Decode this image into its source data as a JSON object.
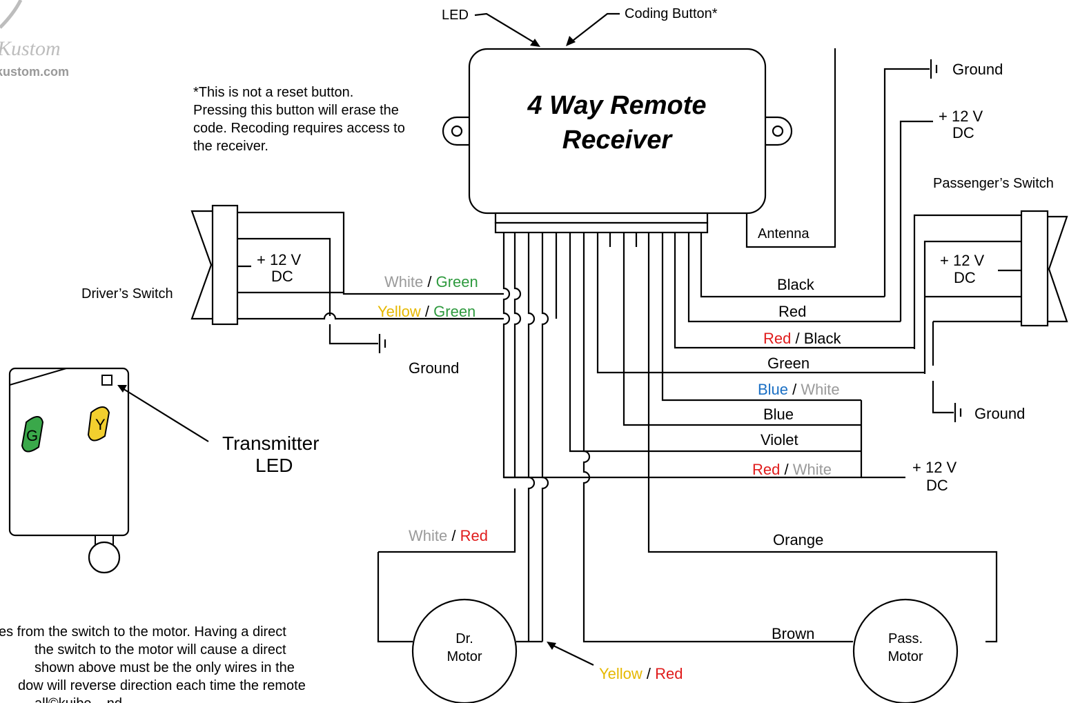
{
  "logo": {
    "name": "Kustom",
    "url": "kustom.com"
  },
  "receiver": {
    "title_line1": "4 Way Remote",
    "title_line2": "Receiver"
  },
  "top_labels": {
    "led": "LED",
    "coding_button": "Coding Button*"
  },
  "note": {
    "lines": [
      "*This is not a reset button.",
      "Pressing this button will erase the",
      "code. Recoding requires access to",
      "the receiver."
    ]
  },
  "labels": {
    "ground_top": "Ground",
    "v12_top_1": "+ 12 V",
    "v12_top_2": "DC",
    "passenger_switch": "Passenger’s Switch",
    "antenna": "Antenna",
    "driver_switch": "Driver’s Switch",
    "driver_v12_1": "+ 12 V",
    "driver_v12_2": "DC",
    "driver_ground": "Ground",
    "pass_v12_1": "+ 12 V",
    "pass_v12_2": "DC",
    "pass_ground": "Ground",
    "bottom_v12_1": "+ 12 V",
    "bottom_v12_2": "DC",
    "transmitter_1": "Transmitter",
    "transmitter_2": "LED",
    "dr_motor_1": "Dr.",
    "dr_motor_2": "Motor",
    "pass_motor_1": "Pass.",
    "pass_motor_2": "Motor",
    "btn_g": "G",
    "btn_y": "Y"
  },
  "wires": {
    "white_green": {
      "a": "White",
      "sep": " / ",
      "b": "Green"
    },
    "yellow_green": {
      "a": "Yellow",
      "sep": " / ",
      "b": "Green"
    },
    "black": "Black",
    "red": "Red",
    "red_black": {
      "a": "Red",
      "sep": " / ",
      "b": "Black"
    },
    "green": "Green",
    "blue_white": {
      "a": "Blue",
      "sep": " / ",
      "b": "White"
    },
    "blue": "Blue",
    "violet": "Violet",
    "red_white": {
      "a": "Red",
      "sep": " / ",
      "b": "White"
    },
    "white_red": {
      "a": "White",
      "sep": " / ",
      "b": "Red"
    },
    "orange": "Orange",
    "brown": "Brown",
    "yellow_red": {
      "a": "Yellow",
      "sep": " / ",
      "b": "Red"
    }
  },
  "bottom_note": {
    "lines": [
      "es from the switch to the motor. Having a direct",
      "the switch to the motor will cause a direct",
      "shown above must be the only wires in the",
      "dow will reverse direction each time the remote",
      "all©kuibe  ...nd..."
    ]
  },
  "colors": {
    "white": "#9a9a9a",
    "green": "#2e9a3e",
    "yellow": "#e6b800",
    "red": "#e01b1b",
    "blue": "#1a6fc4",
    "violet": "#9b1f9b",
    "orange": "#f07d1a",
    "brown": "#7a3b0d",
    "btn_green": "#3aa84a",
    "btn_yellow": "#f2cf2e"
  }
}
